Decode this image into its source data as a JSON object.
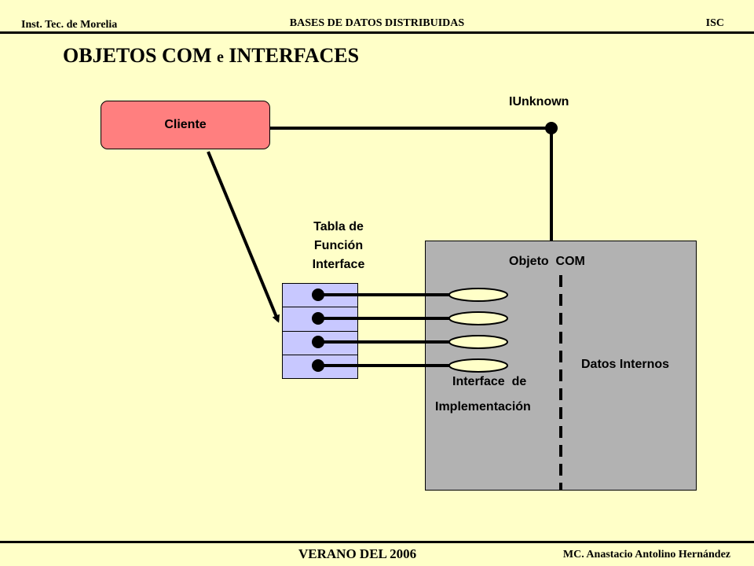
{
  "header": {
    "left": "Inst. Tec. de Morelia",
    "center": "BASES DE DATOS DISTRIBUIDAS",
    "right": "ISC"
  },
  "title": {
    "part1": "OBJETOS COM ",
    "part2": "e",
    "part3": " INTERFACES"
  },
  "diagram": {
    "client_label": "Cliente",
    "iunknown_label": "IUnknown",
    "vtable_label": [
      "Tabla  de",
      "Función",
      "Interface"
    ],
    "com_object_label": "Objeto  COM",
    "internal_data_label": "Datos Internos",
    "implementation_label": [
      "Interface  de",
      "Implementación"
    ],
    "interface_count": 4
  },
  "footer": {
    "center": "VERANO DEL 2006",
    "right": "MC. Anastacio Antolino Hernández"
  }
}
